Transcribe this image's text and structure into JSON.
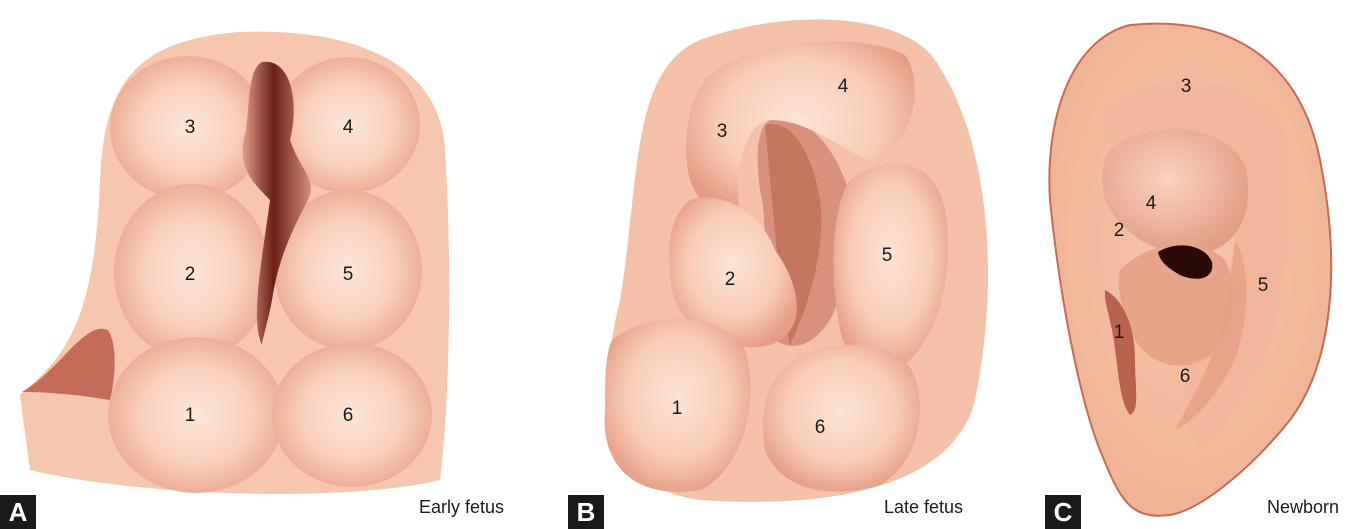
{
  "panels": [
    {
      "letter": "A",
      "caption": "Early fetus",
      "hillocks": [
        "1",
        "2",
        "3",
        "4",
        "5",
        "6"
      ]
    },
    {
      "letter": "B",
      "caption": "Late fetus",
      "hillocks": [
        "1",
        "2",
        "3",
        "4",
        "5",
        "6"
      ]
    },
    {
      "letter": "C",
      "caption": "Newborn",
      "regions": [
        "1",
        "2",
        "3",
        "4",
        "5",
        "6"
      ]
    }
  ],
  "colors": {
    "skin": "#f2b9a0",
    "skin_light": "#fbdcca",
    "skin_dark": "#d98a72",
    "cavity": "#5a1a14"
  }
}
